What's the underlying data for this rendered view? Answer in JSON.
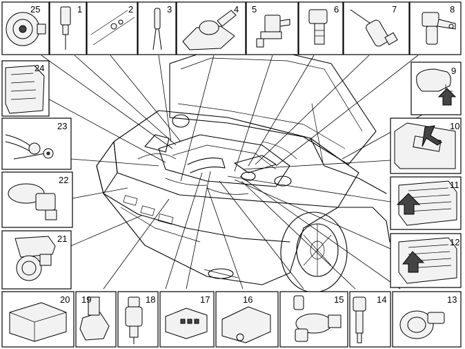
{
  "callouts": [
    {
      "id": "25",
      "label": "25"
    },
    {
      "id": "1",
      "label": "1"
    },
    {
      "id": "2",
      "label": "2"
    },
    {
      "id": "3",
      "label": "3"
    },
    {
      "id": "4",
      "label": "4"
    },
    {
      "id": "5",
      "label": "5"
    },
    {
      "id": "6",
      "label": "6"
    },
    {
      "id": "7",
      "label": "7"
    },
    {
      "id": "8",
      "label": "8"
    },
    {
      "id": "24",
      "label": "24"
    },
    {
      "id": "9",
      "label": "9"
    },
    {
      "id": "10",
      "label": "10"
    },
    {
      "id": "23",
      "label": "23"
    },
    {
      "id": "11",
      "label": "11"
    },
    {
      "id": "22",
      "label": "22"
    },
    {
      "id": "12",
      "label": "12"
    },
    {
      "id": "21",
      "label": "21"
    },
    {
      "id": "20",
      "label": "20"
    },
    {
      "id": "19",
      "label": "19"
    },
    {
      "id": "18",
      "label": "18"
    },
    {
      "id": "17",
      "label": "17"
    },
    {
      "id": "16",
      "label": "16"
    },
    {
      "id": "15",
      "label": "15"
    },
    {
      "id": "14",
      "label": "14"
    },
    {
      "id": "13",
      "label": "13"
    }
  ]
}
